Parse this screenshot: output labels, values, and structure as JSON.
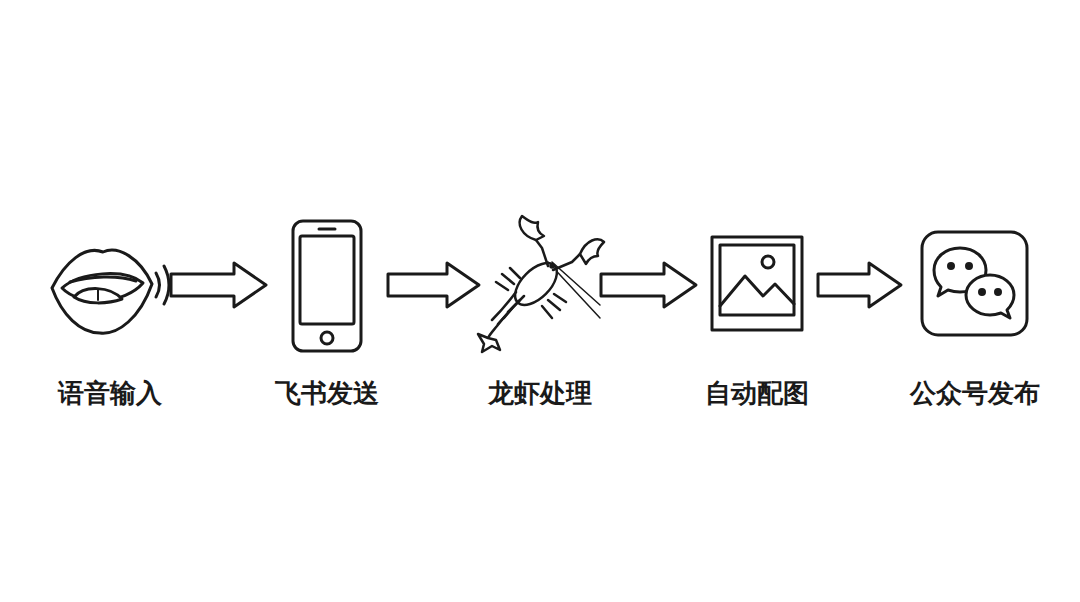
{
  "diagram": {
    "nodes": [
      {
        "text": [
          "语音输入"
        ]
      },
      {
        "text": [
          "飞书发送"
        ]
      },
      {
        "text": [
          "龙虾处理"
        ]
      },
      {
        "text": [
          "自动配图"
        ]
      },
      {
        "text": [
          "公众号发布"
        ]
      }
    ],
    "edges": [
      {
        "from": 0,
        "to": 1,
        "arrow": "to"
      },
      {
        "from": 1,
        "to": 2,
        "arrow": "to"
      },
      {
        "from": 2,
        "to": 3,
        "arrow": "to"
      },
      {
        "from": 3,
        "to": 4,
        "arrow": "to"
      }
    ]
  }
}
